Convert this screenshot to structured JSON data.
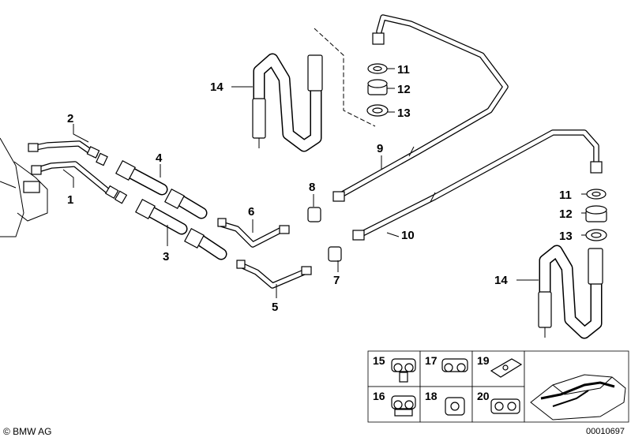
{
  "callouts": [
    {
      "id": "c1",
      "text": "1"
    },
    {
      "id": "c2",
      "text": "2"
    },
    {
      "id": "c3",
      "text": "3"
    },
    {
      "id": "c4",
      "text": "4"
    },
    {
      "id": "c5",
      "text": "5"
    },
    {
      "id": "c6",
      "text": "6"
    },
    {
      "id": "c7",
      "text": "7"
    },
    {
      "id": "c8",
      "text": "8"
    },
    {
      "id": "c9",
      "text": "9"
    },
    {
      "id": "c10",
      "text": "10"
    },
    {
      "id": "c11a",
      "text": "11"
    },
    {
      "id": "c12a",
      "text": "12"
    },
    {
      "id": "c13a",
      "text": "13"
    },
    {
      "id": "c14a",
      "text": "14"
    },
    {
      "id": "c11b",
      "text": "11"
    },
    {
      "id": "c12b",
      "text": "12"
    },
    {
      "id": "c13b",
      "text": "13"
    },
    {
      "id": "c14b",
      "text": "14"
    }
  ],
  "legend": [
    {
      "text": "15"
    },
    {
      "text": "17"
    },
    {
      "text": "19"
    },
    {
      "text": "16"
    },
    {
      "text": "18"
    },
    {
      "text": "20"
    }
  ],
  "footer": {
    "copyright": "© BMW AG",
    "diagram_code": "00010697"
  }
}
